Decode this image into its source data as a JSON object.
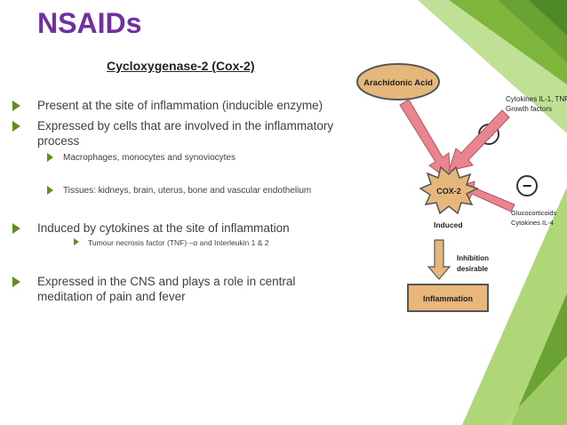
{
  "slide": {
    "title": "NSAIDs",
    "subtitle": "Cycloxygenase-2 (Cox-2)",
    "bullets": [
      "Present at the site of inflammation (inducible enzyme)",
      "Expressed by cells that are involved in the inflammatory process",
      "Macrophages, monocytes  and synoviocytes",
      "Tissues: kidneys, brain, uterus, bone and vascular endothelium",
      "Induced by cytokines at the site of inflammation",
      "Tumour necrosis factor (TNF) –α and Interleukin 1 & 2",
      "Expressed in the CNS and plays a role in central meditation of pain and fever"
    ]
  },
  "diagram": {
    "arachidonic": "Arachidonic Acid",
    "cytokines_line1": "Cytokines IL-1, TNF",
    "cytokines_line2": "Growth factors",
    "plus": "+",
    "minus": "−",
    "cox2": "COX-2",
    "induced": "Induced",
    "gluco_line1": "Glucocorticoids",
    "gluco_line2": "Cytokines IL-4",
    "inhibition_line1": "Inhibition",
    "inhibition_line2": "desirable",
    "inflammation": "Inflammation"
  },
  "colors": {
    "title": "#7030a0",
    "accent_green": "#8dc63f",
    "bullet_arrow": "#5f8f1f",
    "pink_arrow": "#e8858f",
    "oval_fill": "#e5b77b",
    "box_fill": "#e9b77a"
  }
}
